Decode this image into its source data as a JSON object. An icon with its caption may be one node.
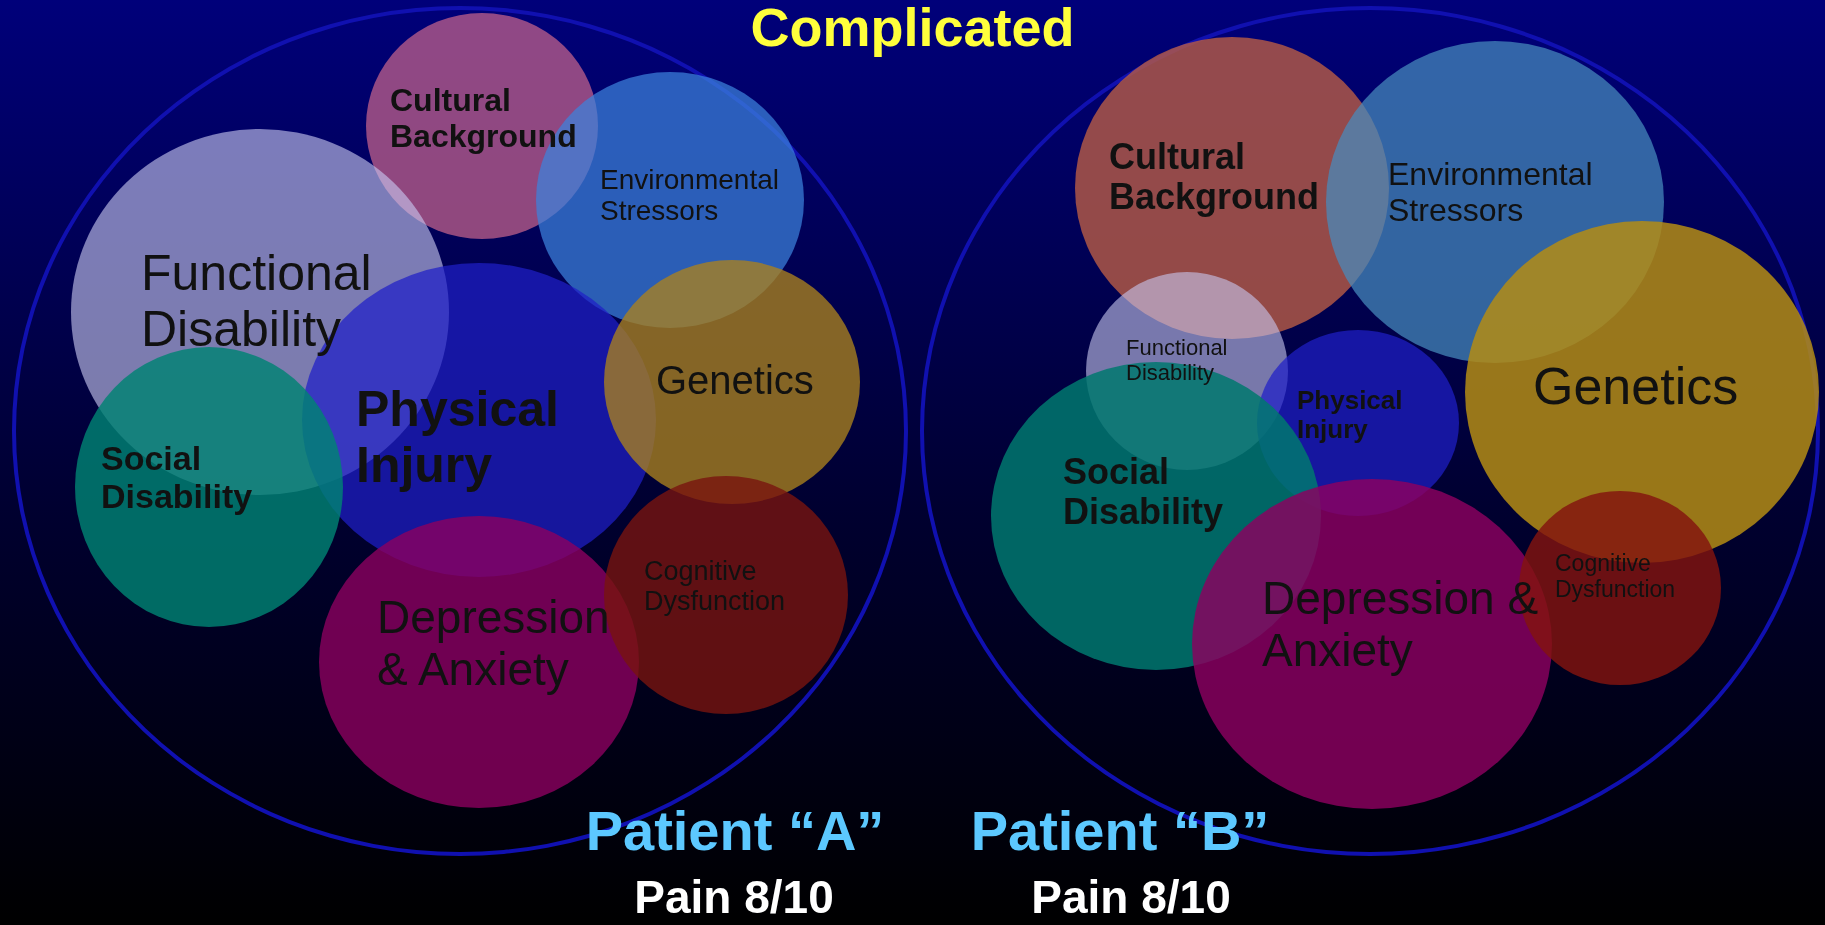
{
  "diagram": {
    "title": "Complicated",
    "nodes": [
      {
        "text": [],
        "shape": "circle"
      },
      {
        "text": [],
        "shape": "circle"
      },
      {
        "text": [
          "Cultural Background"
        ],
        "in": 0
      },
      {
        "text": [
          "Environmental Stressors"
        ],
        "in": 0
      },
      {
        "text": [
          "Functional Disability"
        ],
        "in": 0
      },
      {
        "text": [
          "Physical Injury"
        ],
        "in": 0
      },
      {
        "text": [
          "Genetics"
        ],
        "in": 0
      },
      {
        "text": [
          "Social Disability"
        ],
        "in": 0
      },
      {
        "text": [
          "Depression & Anxiety"
        ],
        "in": 0
      },
      {
        "text": [
          "Cognitive Dysfunction"
        ],
        "in": 0
      },
      {
        "text": [
          "Cultural Background"
        ],
        "in": 1
      },
      {
        "text": [
          "Environmental Stressors"
        ],
        "in": 1
      },
      {
        "text": [
          "Functional Disability"
        ],
        "in": 1
      },
      {
        "text": [
          "Physical Injury"
        ],
        "in": 1
      },
      {
        "text": [
          "Genetics"
        ],
        "in": 1
      },
      {
        "text": [
          "Social Disability"
        ],
        "in": 1
      },
      {
        "text": [
          "Depression & Anxiety"
        ],
        "in": 1
      },
      {
        "text": [
          "Cognitive Dysfunction"
        ],
        "in": 1
      }
    ],
    "labels": [
      "Patient “A”",
      "Patient “B”",
      "Pain 8/10",
      "Pain 8/10"
    ]
  }
}
